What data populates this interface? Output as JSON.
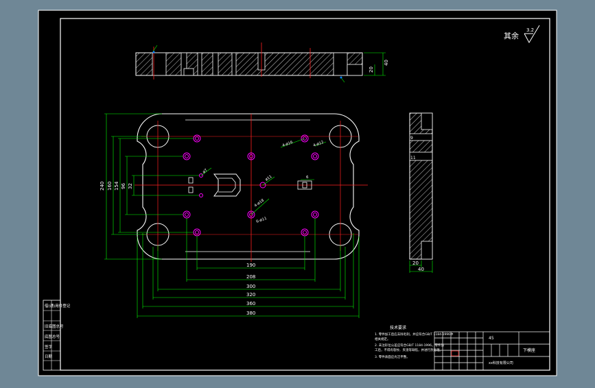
{
  "roughness": {
    "prefix": "其余",
    "value": "3.2"
  },
  "dims": {
    "d190": "190",
    "d208": "208",
    "d300": "300",
    "d320": "320",
    "d360": "360",
    "d380": "380",
    "v240": "240",
    "v160": "160",
    "v154": "154",
    "v96": "96",
    "v32": "32",
    "plate40": "40",
    "plate20": "20",
    "side20": "20",
    "side40": "40"
  },
  "holes": {
    "h_4x16": "4-ø16",
    "h_4x12": "4-ø12",
    "h_4x18": "4-ø18",
    "h_6x11": "6-ø11",
    "h_7": "ø7",
    "h_11": "ø11"
  },
  "notes": {
    "title": "技术要求",
    "n1a": "1. 零件加工后应去除毛刺，并应符合GB/T 1184-1996中",
    "n1b": "相关规定。",
    "n2a": "2. 未注形位公差应符合GB/T 1184-1996，零件加",
    "n2b": "工后，不得有裂纹、夹渣等缺陷，并进行热处理。",
    "n3": "3. 零件表面应光洁平整。"
  },
  "titleblock": {
    "name": "下模座",
    "material": "45",
    "company": "xx科技有限公司"
  },
  "side_stamps": [
    "借(通)用件登记",
    "旧底图总号",
    "底图总号",
    "签字",
    "日期"
  ],
  "colors": {
    "bg": "#6f8796",
    "paper": "#000000",
    "line": "#ffffff",
    "dim": "#00ff00",
    "center": "#ff2020",
    "hole": "#ff00ff",
    "note": "#ffffff"
  }
}
